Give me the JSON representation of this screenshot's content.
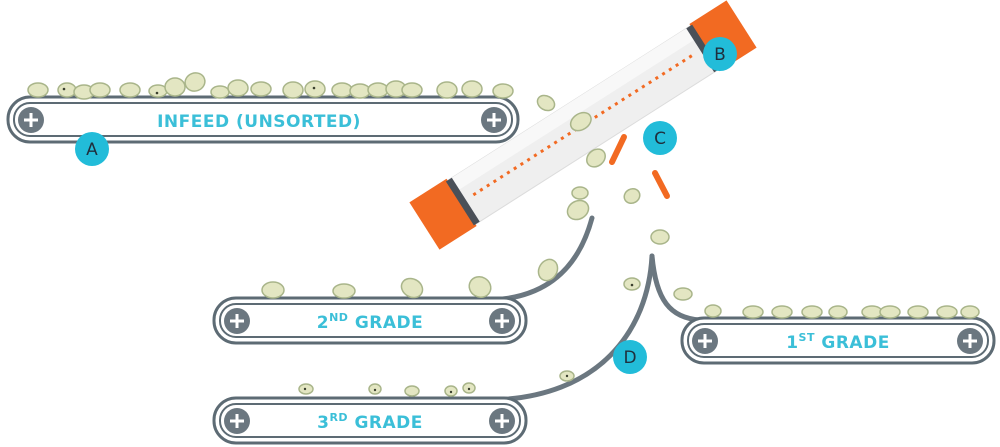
{
  "belts": {
    "infeed": {
      "label": "INFEED (UNSORTED)"
    },
    "second": {
      "pre": "2",
      "sup": "ND",
      "post": " GRADE"
    },
    "third": {
      "pre": "3",
      "sup": "RD",
      "post": " GRADE"
    },
    "first": {
      "pre": "1",
      "sup": "ST",
      "post": " GRADE"
    }
  },
  "markers": {
    "a": "A",
    "b": "B",
    "c": "C",
    "d": "D"
  },
  "colors": {
    "belt_stroke": "#5d6b74",
    "roller": "#6b7780",
    "label": "#3bbfd8",
    "marker": "#22bcd9",
    "accent": "#f26a22",
    "bean_fill": "#e3e6c2",
    "bean_stroke": "#a9b58a"
  }
}
